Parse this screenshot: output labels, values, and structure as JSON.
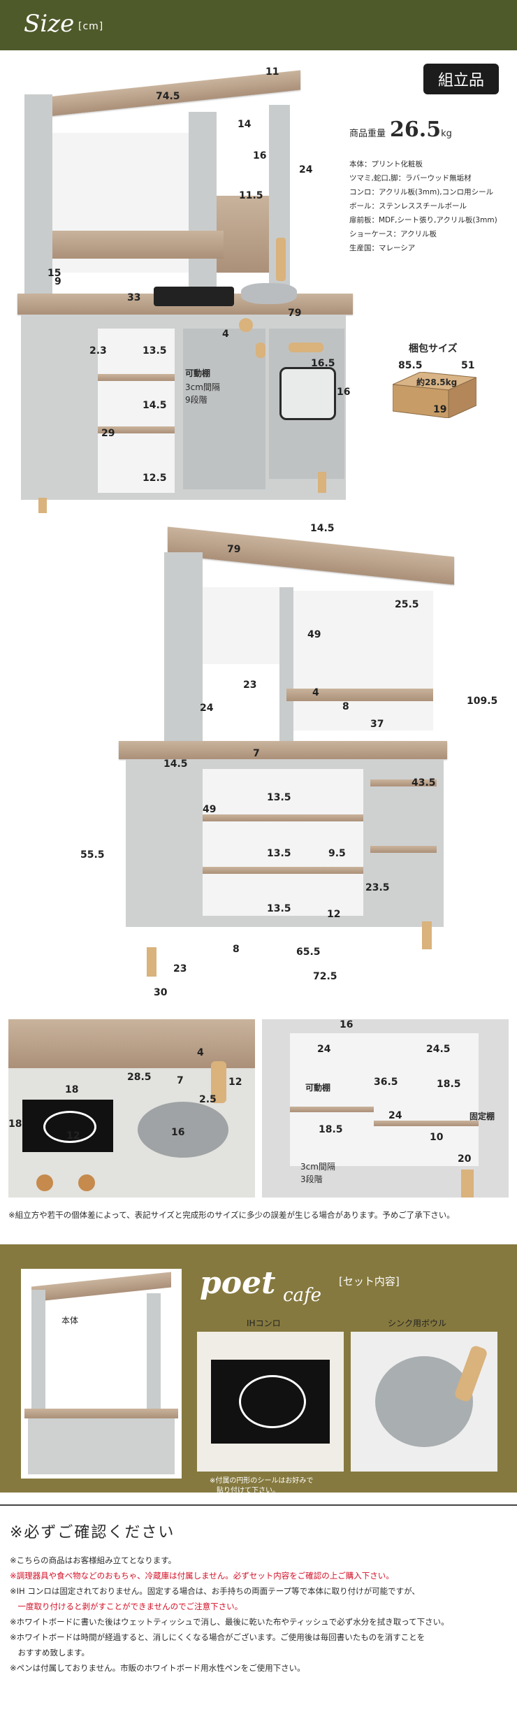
{
  "header": {
    "title": "Size",
    "unit": "[cm]"
  },
  "badge": "組立品",
  "weight": {
    "label": "商品重量",
    "value": "26.5",
    "unit": "kg"
  },
  "specs": [
    "本体：プリント化粧板",
    "ツマミ,蛇口,脚：ラバーウッド無垢材",
    "コンロ：アクリル板(3mm),コンロ用シール",
    "ボール：ステンレススチールボール",
    "扉前板：MDF,シート張り,アクリル板(3mm)",
    "ショーケース：アクリル板",
    "生産国：マレーシア"
  ],
  "package": {
    "title": "梱包サイズ",
    "w": "85.5",
    "d": "51",
    "h": "19",
    "weight": "約28.5kg"
  },
  "front_dims": [
    "74.5",
    "11",
    "14",
    "16",
    "24",
    "11.5",
    "15",
    "9",
    "33",
    "79",
    "2.3",
    "13.5",
    "4",
    "16.5",
    "16",
    "14.5",
    "29",
    "12.5"
  ],
  "shelf_note": {
    "title": "可動棚",
    "line1": "3cm間隔",
    "line2": "9段階"
  },
  "back_dims": [
    "14.5",
    "79",
    "25.5",
    "49",
    "109.5",
    "23",
    "24",
    "4",
    "8",
    "37",
    "14.5",
    "7",
    "43.5",
    "49",
    "13.5",
    "55.5",
    "13.5",
    "9.5",
    "23.5",
    "13.5",
    "12",
    "8",
    "65.5",
    "23",
    "72.5",
    "30"
  ],
  "detail_left": [
    "4",
    "7",
    "12",
    "28.5",
    "2.5",
    "18",
    "18",
    "12",
    "16"
  ],
  "detail_right": [
    "16",
    "24.5",
    "24",
    "36.5",
    "18.5",
    "24",
    "18.5",
    "10",
    "20"
  ],
  "detail_right_notes": {
    "movable": "可動棚",
    "fixed": "固定棚",
    "step1": "3cm間隔",
    "step2": "3段階"
  },
  "caption": "※組立方や若干の個体差によって、表記サイズと完成形のサイズに多少の誤差が生じる場合があります。予めご了承下さい。",
  "set": {
    "logo_main": "poet",
    "logo_sub": "cafe",
    "title": "[セット内容]",
    "items": [
      "本体",
      "IHコンロ",
      "シンク用ボウル"
    ],
    "sticker_note1": "※付属の円形のシールはお好みで",
    "sticker_note2": "貼り付けて下さい。"
  },
  "confirm": {
    "title": "※必ずご確認ください",
    "lines": [
      "※こちらの商品はお客様組み立てとなります。",
      "※調理器具や食べ物などのおもちゃ、冷蔵庫は付属しません。必ずセット内容をご確認の上ご購入下さい。",
      "※IH コンロは固定されておりません。固定する場合は、お手持ちの両面テープ等で本体に取り付けが可能ですが、",
      "　一度取り付けると剥がすことができませんのでご注意下さい。",
      "※ホワイトボードに書いた後はウェットティッシュで消し、最後に乾いた布やティッシュで必ず水分を拭き取って下さい。",
      "※ホワイトボードは時間が経過すると、消しにくくなる場合がございます。ご使用後は毎回書いたものを消すことを",
      "　おすすめ致します。",
      "※ペンは付属しておりません。市販のホワイトボード用水性ペンをご使用下さい。"
    ]
  }
}
